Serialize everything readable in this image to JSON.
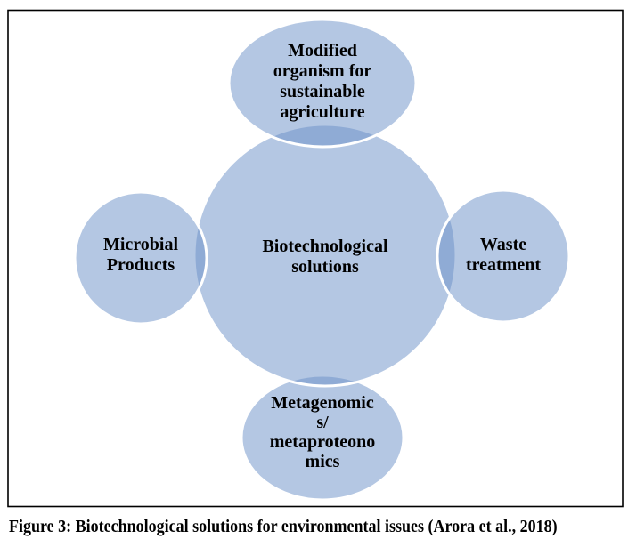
{
  "diagram": {
    "center_label": "Biotechnological\nsolutions",
    "nodes": {
      "top": "Modified\norganism for\nsustainable\nagriculture",
      "left": "Microbial\nProducts",
      "right": "Waste\ntreatment",
      "bottom": "Metagenomic\ns/\nmetaproteono\nmics"
    }
  },
  "caption": "Figure 3: Biotechnological solutions for environmental issues (Arora et al., 2018)",
  "colors": {
    "shape_base_fill": "#698FC7",
    "shape_single_layer": "#B4C7E3",
    "shape_overlap": "#8EABD5",
    "shape_stroke": "#FFFFFF",
    "border": "#000000",
    "text": "#000000"
  }
}
